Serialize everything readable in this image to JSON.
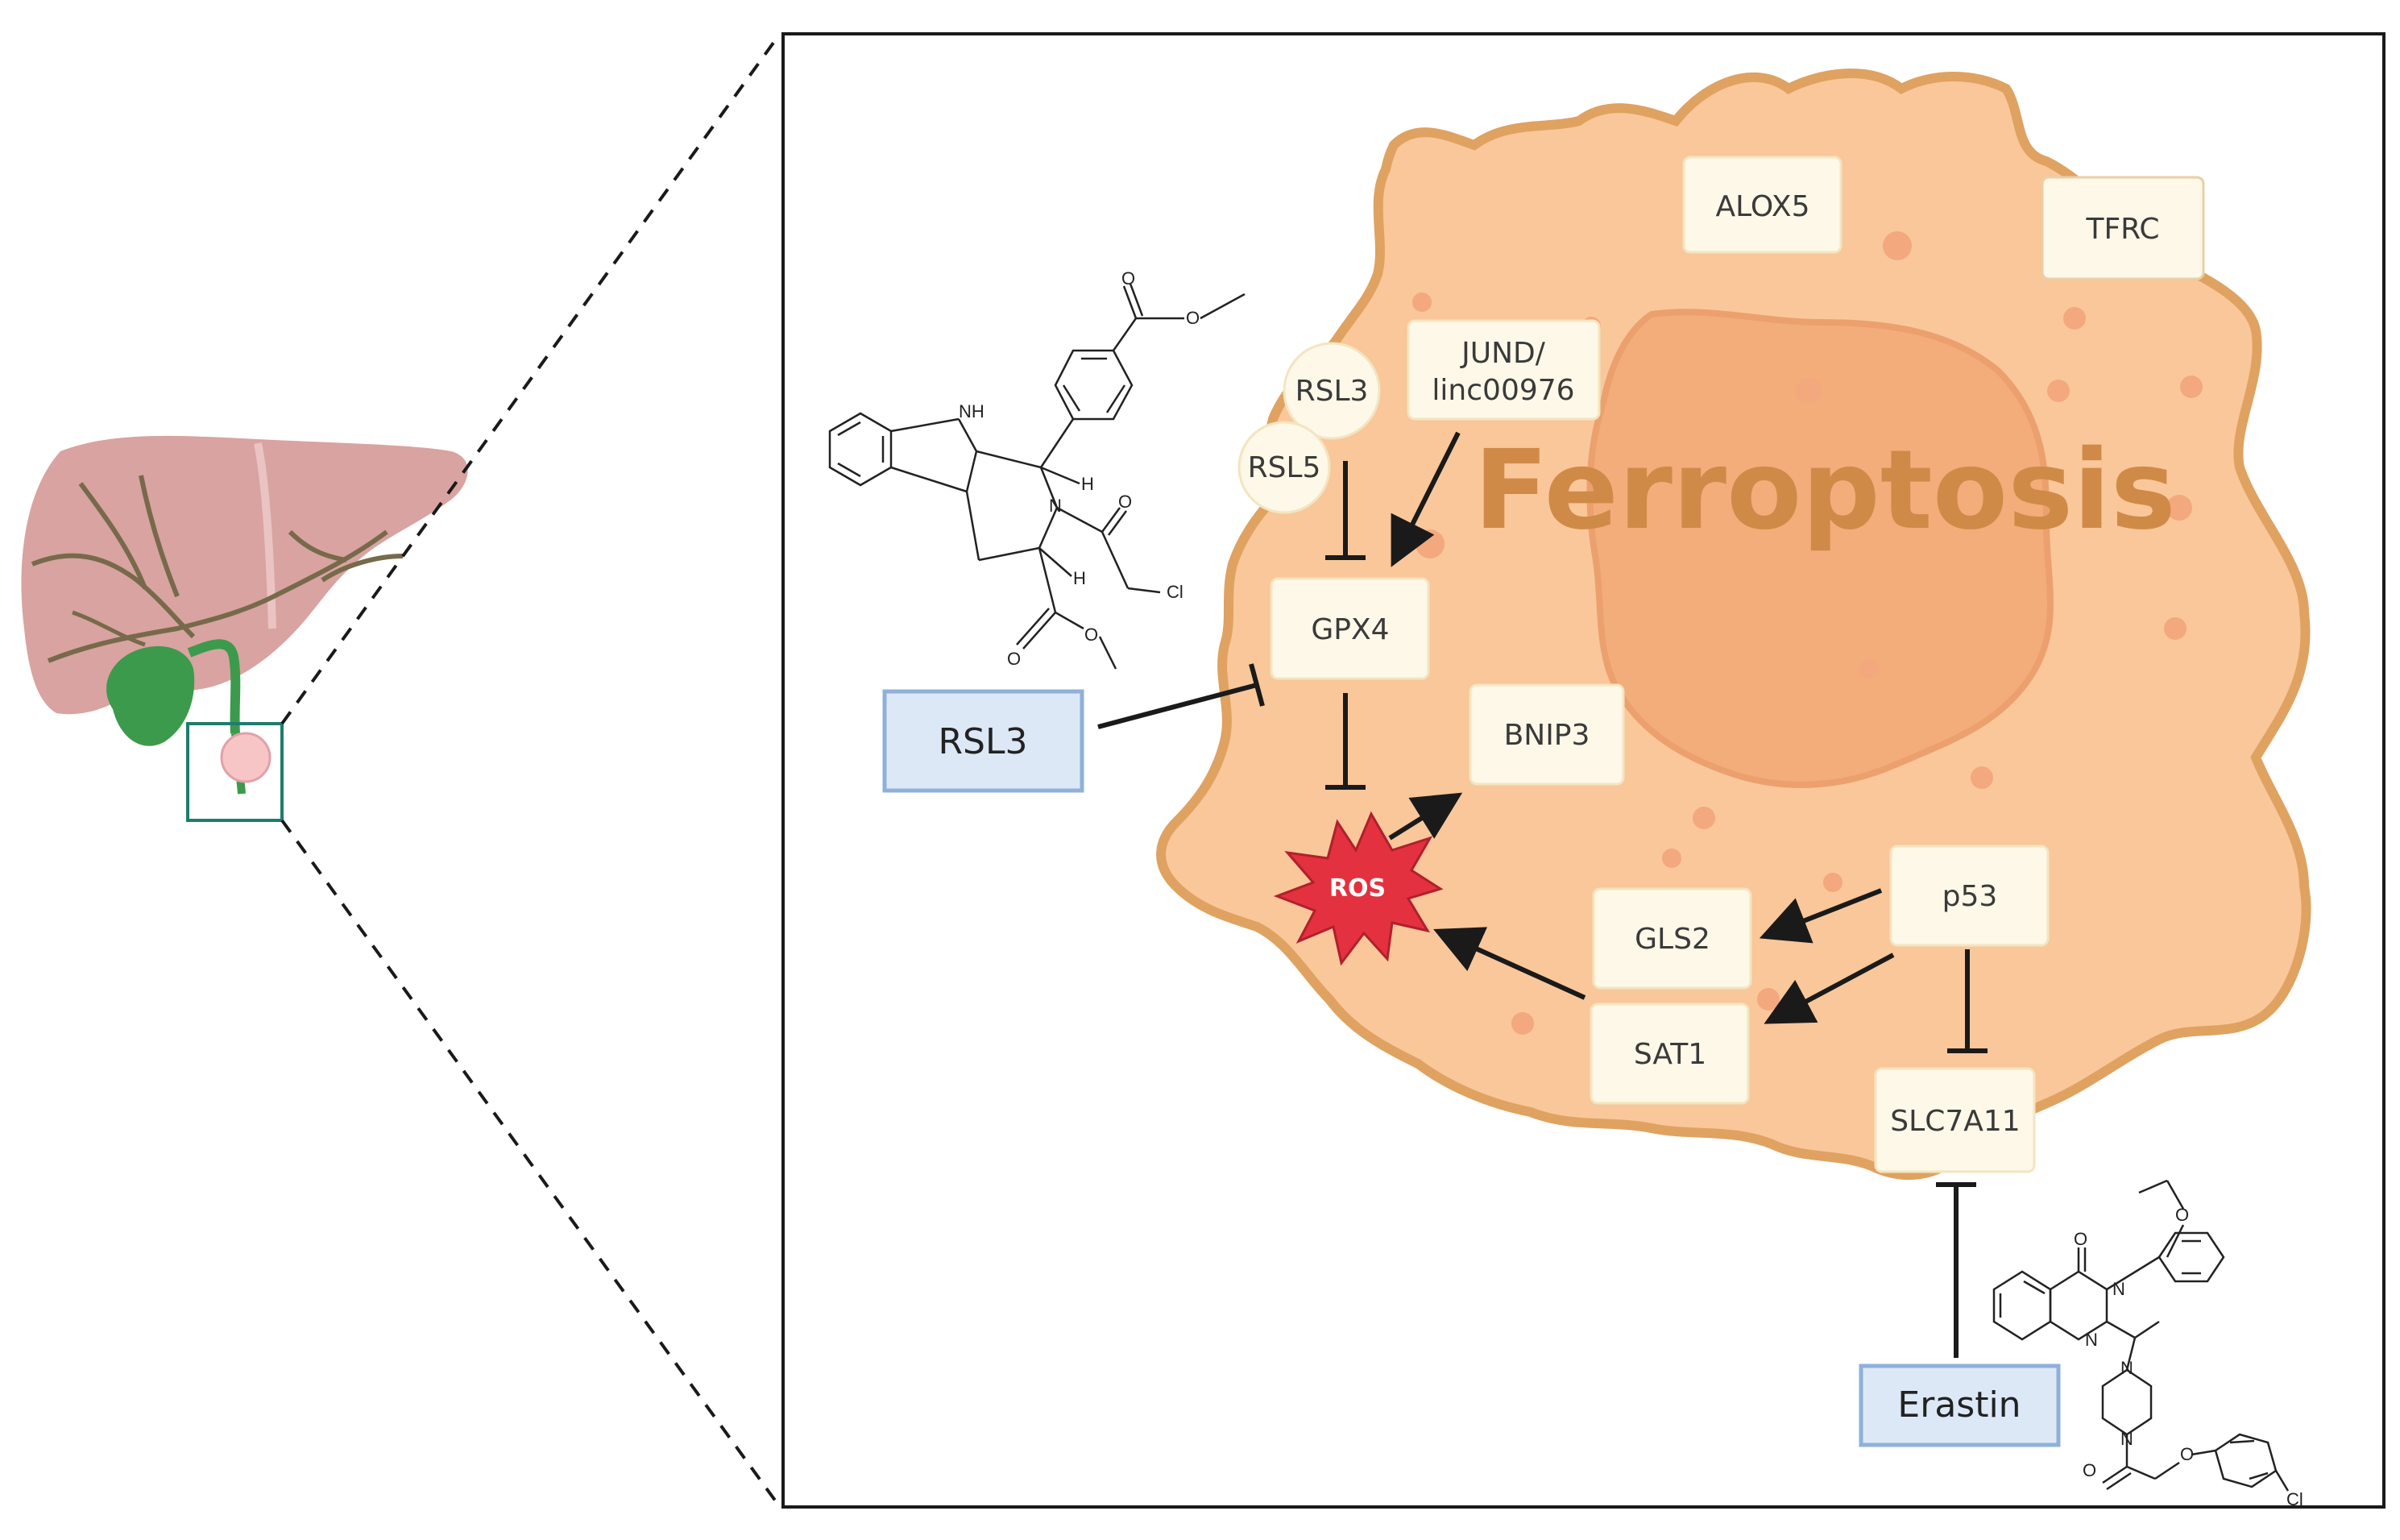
{
  "title": "Ferroptosis",
  "nodes": {
    "alox5": "ALOX5",
    "tfrc": "TFRC",
    "rsl3_circle": "RSL3",
    "rsl5_circle": "RSL5",
    "jund_line1": "JUND/",
    "jund_line2": "linc00976",
    "gpx4": "GPX4",
    "bnip3": "BNIP3",
    "ros": "ROS",
    "p53": "p53",
    "gls2": "GLS2",
    "sat1": "SAT1",
    "slc7a11": "SLC7A11"
  },
  "drugs": {
    "rsl3": "RSL3",
    "erastin": "Erastin"
  },
  "chem_labels": {
    "rsl3_nh": "NH",
    "rsl3_n": "N",
    "rsl3_h1": "H",
    "rsl3_h2": "H",
    "rsl3_o1": "O",
    "rsl3_o2": "O",
    "rsl3_o3": "O",
    "rsl3_o4": "O",
    "rsl3_o5": "O",
    "rsl3_cl": "Cl",
    "erastin_o1": "O",
    "erastin_o2": "O",
    "erastin_o3": "O",
    "erastin_o4": "O",
    "erastin_n1": "N",
    "erastin_n2": "N",
    "erastin_n3": "N",
    "erastin_n4": "N",
    "erastin_cl": "Cl"
  },
  "colors": {
    "cell_fill": "#f9c79a",
    "cell_border": "#dfa261",
    "nucleus_fill": "#f2ad7a",
    "title_color": "#d08a48",
    "node_fill": "#fdf8e8",
    "drug_fill": "#dce8f6",
    "drug_border": "#8fb0d9",
    "ros_fill": "#e4313f",
    "liver_fill": "#d8a3a0",
    "gallbladder_fill": "#3c9a4c",
    "tumor_box": "#1e7d6c"
  }
}
